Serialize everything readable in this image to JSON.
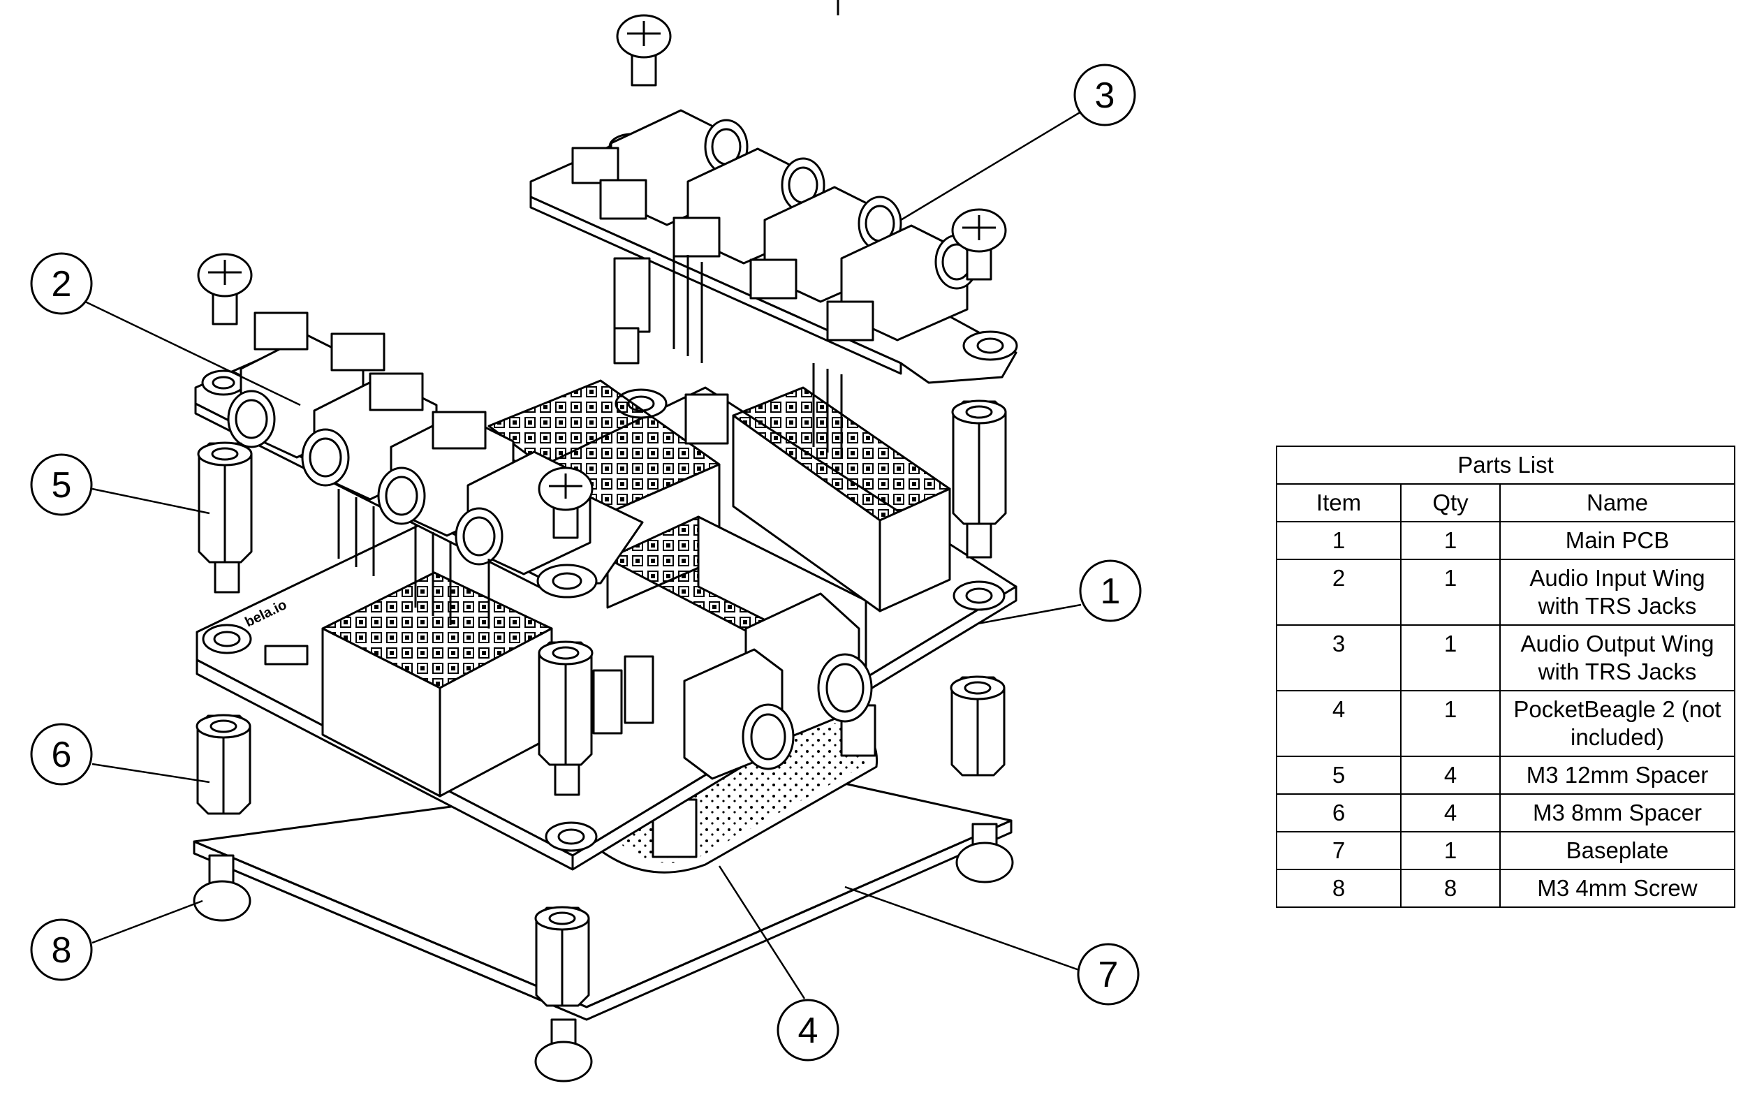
{
  "callouts": [
    "1",
    "2",
    "3",
    "4",
    "5",
    "6",
    "7",
    "8"
  ],
  "pcb_marking": "bela.io",
  "parts_list": {
    "title": "Parts List",
    "headers": {
      "item": "Item",
      "qty": "Qty",
      "name": "Name"
    },
    "rows": [
      {
        "item": "1",
        "qty": "1",
        "name": "Main PCB"
      },
      {
        "item": "2",
        "qty": "1",
        "name": "Audio Input Wing with TRS Jacks"
      },
      {
        "item": "3",
        "qty": "1",
        "name": "Audio Output Wing with TRS Jacks"
      },
      {
        "item": "4",
        "qty": "1",
        "name": "PocketBeagle 2 (not included)"
      },
      {
        "item": "5",
        "qty": "4",
        "name": "M3 12mm Spacer"
      },
      {
        "item": "6",
        "qty": "4",
        "name": "M3 8mm Spacer"
      },
      {
        "item": "7",
        "qty": "1",
        "name": "Baseplate"
      },
      {
        "item": "8",
        "qty": "8",
        "name": "M3 4mm Screw"
      }
    ]
  }
}
